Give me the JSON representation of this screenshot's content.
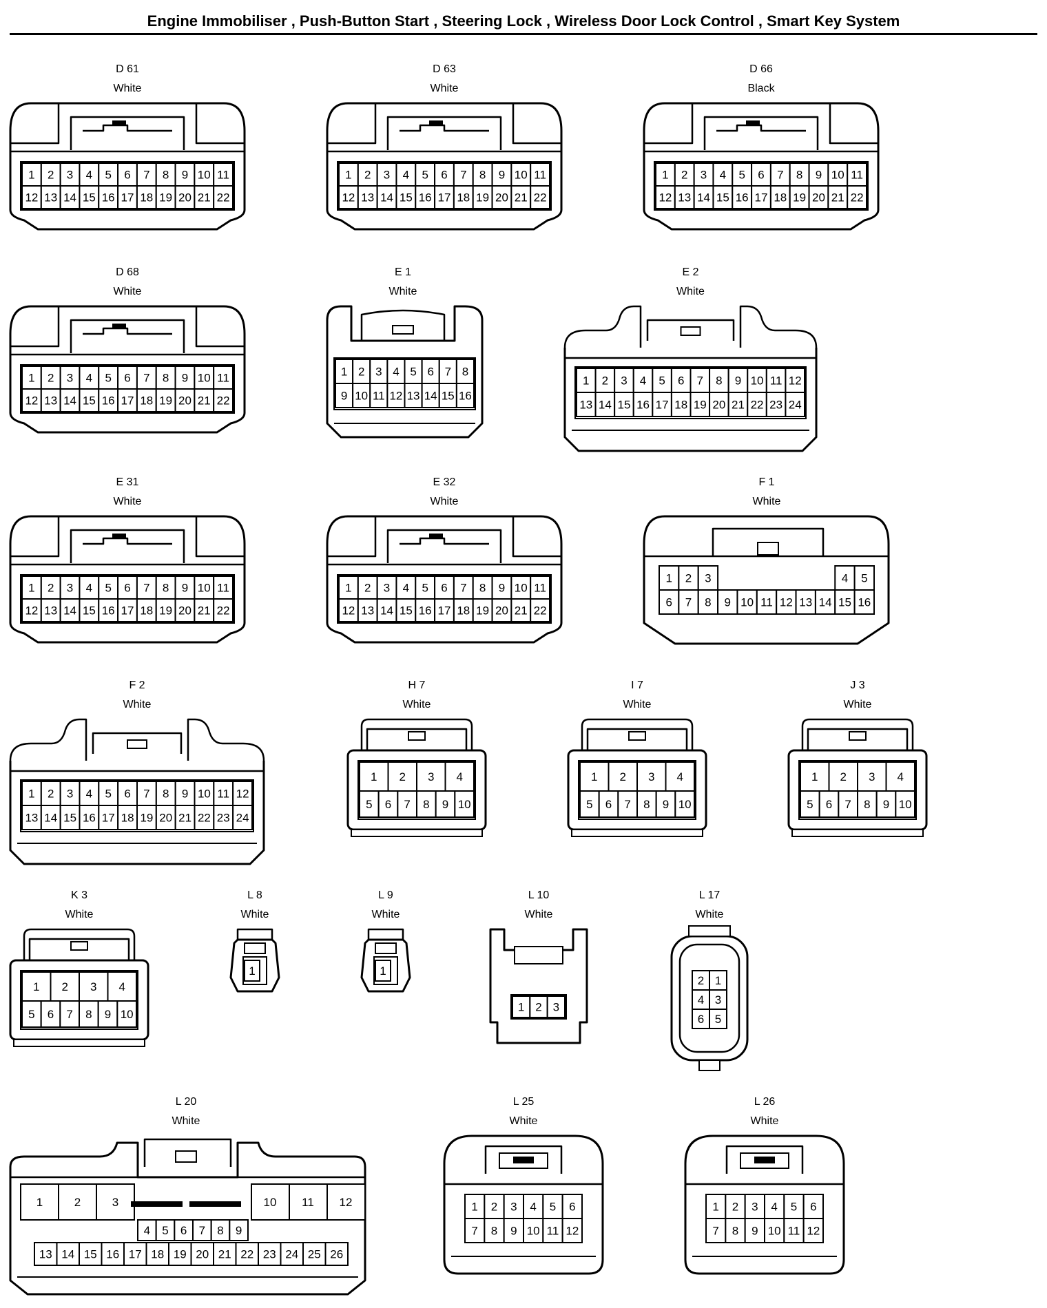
{
  "title": "Engine Immobiliser , Push-Button Start , Steering Lock , Wireless Door Lock Control , Smart Key System",
  "connectors": [
    {
      "code": "D 61",
      "color": "White",
      "rows": [
        [
          "1",
          "2",
          "3",
          "4",
          "5",
          "6",
          "7",
          "8",
          "9",
          "10",
          "11"
        ],
        [
          "12",
          "13",
          "14",
          "15",
          "16",
          "17",
          "18",
          "19",
          "20",
          "21",
          "22"
        ]
      ]
    },
    {
      "code": "D 63",
      "color": "White",
      "rows": [
        [
          "1",
          "2",
          "3",
          "4",
          "5",
          "6",
          "7",
          "8",
          "9",
          "10",
          "11"
        ],
        [
          "12",
          "13",
          "14",
          "15",
          "16",
          "17",
          "18",
          "19",
          "20",
          "21",
          "22"
        ]
      ]
    },
    {
      "code": "D 66",
      "color": "Black",
      "rows": [
        [
          "1",
          "2",
          "3",
          "4",
          "5",
          "6",
          "7",
          "8",
          "9",
          "10",
          "11"
        ],
        [
          "12",
          "13",
          "14",
          "15",
          "16",
          "17",
          "18",
          "19",
          "20",
          "21",
          "22"
        ]
      ]
    },
    {
      "code": "D 68",
      "color": "White",
      "rows": [
        [
          "1",
          "2",
          "3",
          "4",
          "5",
          "6",
          "7",
          "8",
          "9",
          "10",
          "11"
        ],
        [
          "12",
          "13",
          "14",
          "15",
          "16",
          "17",
          "18",
          "19",
          "20",
          "21",
          "22"
        ]
      ]
    },
    {
      "code": "E 1",
      "color": "White",
      "rows": [
        [
          "1",
          "2",
          "3",
          "4",
          "5",
          "6",
          "7",
          "8"
        ],
        [
          "9",
          "10",
          "11",
          "12",
          "13",
          "14",
          "15",
          "16"
        ]
      ]
    },
    {
      "code": "E 2",
      "color": "White",
      "rows": [
        [
          "1",
          "2",
          "3",
          "4",
          "5",
          "6",
          "7",
          "8",
          "9",
          "10",
          "11",
          "12"
        ],
        [
          "13",
          "14",
          "15",
          "16",
          "17",
          "18",
          "19",
          "20",
          "21",
          "22",
          "23",
          "24"
        ]
      ]
    },
    {
      "code": "E 31",
      "color": "White",
      "rows": [
        [
          "1",
          "2",
          "3",
          "4",
          "5",
          "6",
          "7",
          "8",
          "9",
          "10",
          "11"
        ],
        [
          "12",
          "13",
          "14",
          "15",
          "16",
          "17",
          "18",
          "19",
          "20",
          "21",
          "22"
        ]
      ]
    },
    {
      "code": "E 32",
      "color": "White",
      "rows": [
        [
          "1",
          "2",
          "3",
          "4",
          "5",
          "6",
          "7",
          "8",
          "9",
          "10",
          "11"
        ],
        [
          "12",
          "13",
          "14",
          "15",
          "16",
          "17",
          "18",
          "19",
          "20",
          "21",
          "22"
        ]
      ]
    },
    {
      "code": "F 1",
      "color": "White",
      "rows": [
        [
          "1",
          "2",
          "3",
          "",
          "",
          "",
          "",
          "",
          "",
          "4",
          "5"
        ],
        [
          "6",
          "7",
          "8",
          "9",
          "10",
          "11",
          "12",
          "13",
          "14",
          "15",
          "16"
        ]
      ]
    },
    {
      "code": "F 2",
      "color": "White",
      "rows": [
        [
          "1",
          "2",
          "3",
          "4",
          "5",
          "6",
          "7",
          "8",
          "9",
          "10",
          "11",
          "12"
        ],
        [
          "13",
          "14",
          "15",
          "16",
          "17",
          "18",
          "19",
          "20",
          "21",
          "22",
          "23",
          "24"
        ]
      ]
    },
    {
      "code": "H 7",
      "color": "White",
      "rows": [
        [
          "1",
          "2",
          "3",
          "4"
        ],
        [
          "5",
          "6",
          "7",
          "8",
          "9",
          "10"
        ]
      ]
    },
    {
      "code": "I 7",
      "color": "White",
      "rows": [
        [
          "1",
          "2",
          "3",
          "4"
        ],
        [
          "5",
          "6",
          "7",
          "8",
          "9",
          "10"
        ]
      ]
    },
    {
      "code": "J 3",
      "color": "White",
      "rows": [
        [
          "1",
          "2",
          "3",
          "4"
        ],
        [
          "5",
          "6",
          "7",
          "8",
          "9",
          "10"
        ]
      ]
    },
    {
      "code": "K 3",
      "color": "White",
      "rows": [
        [
          "1",
          "2",
          "3",
          "4"
        ],
        [
          "5",
          "6",
          "7",
          "8",
          "9",
          "10"
        ]
      ]
    },
    {
      "code": "L 8",
      "color": "White",
      "rows": [
        [
          "1"
        ]
      ]
    },
    {
      "code": "L 9",
      "color": "White",
      "rows": [
        [
          "1"
        ]
      ]
    },
    {
      "code": "L 10",
      "color": "White",
      "rows": [
        [
          "1",
          "2",
          "3"
        ]
      ]
    },
    {
      "code": "L 17",
      "color": "White",
      "rows": [
        [
          "2",
          "1"
        ],
        [
          "4",
          "3"
        ],
        [
          "6",
          "5"
        ]
      ]
    },
    {
      "code": "L 20",
      "color": "White",
      "rows": [
        [
          "1",
          "2",
          "3",
          "10",
          "11",
          "12"
        ],
        [
          "4",
          "5",
          "6",
          "7",
          "8",
          "9"
        ],
        [
          "13",
          "14",
          "15",
          "16",
          "17",
          "18",
          "19",
          "20",
          "21",
          "22",
          "23",
          "24",
          "25",
          "26"
        ]
      ]
    },
    {
      "code": "L 25",
      "color": "White",
      "rows": [
        [
          "1",
          "2",
          "3",
          "4",
          "5",
          "6"
        ],
        [
          "7",
          "8",
          "9",
          "10",
          "11",
          "12"
        ]
      ]
    },
    {
      "code": "L 26",
      "color": "White",
      "rows": [
        [
          "1",
          "2",
          "3",
          "4",
          "5",
          "6"
        ],
        [
          "7",
          "8",
          "9",
          "10",
          "11",
          "12"
        ]
      ]
    }
  ]
}
